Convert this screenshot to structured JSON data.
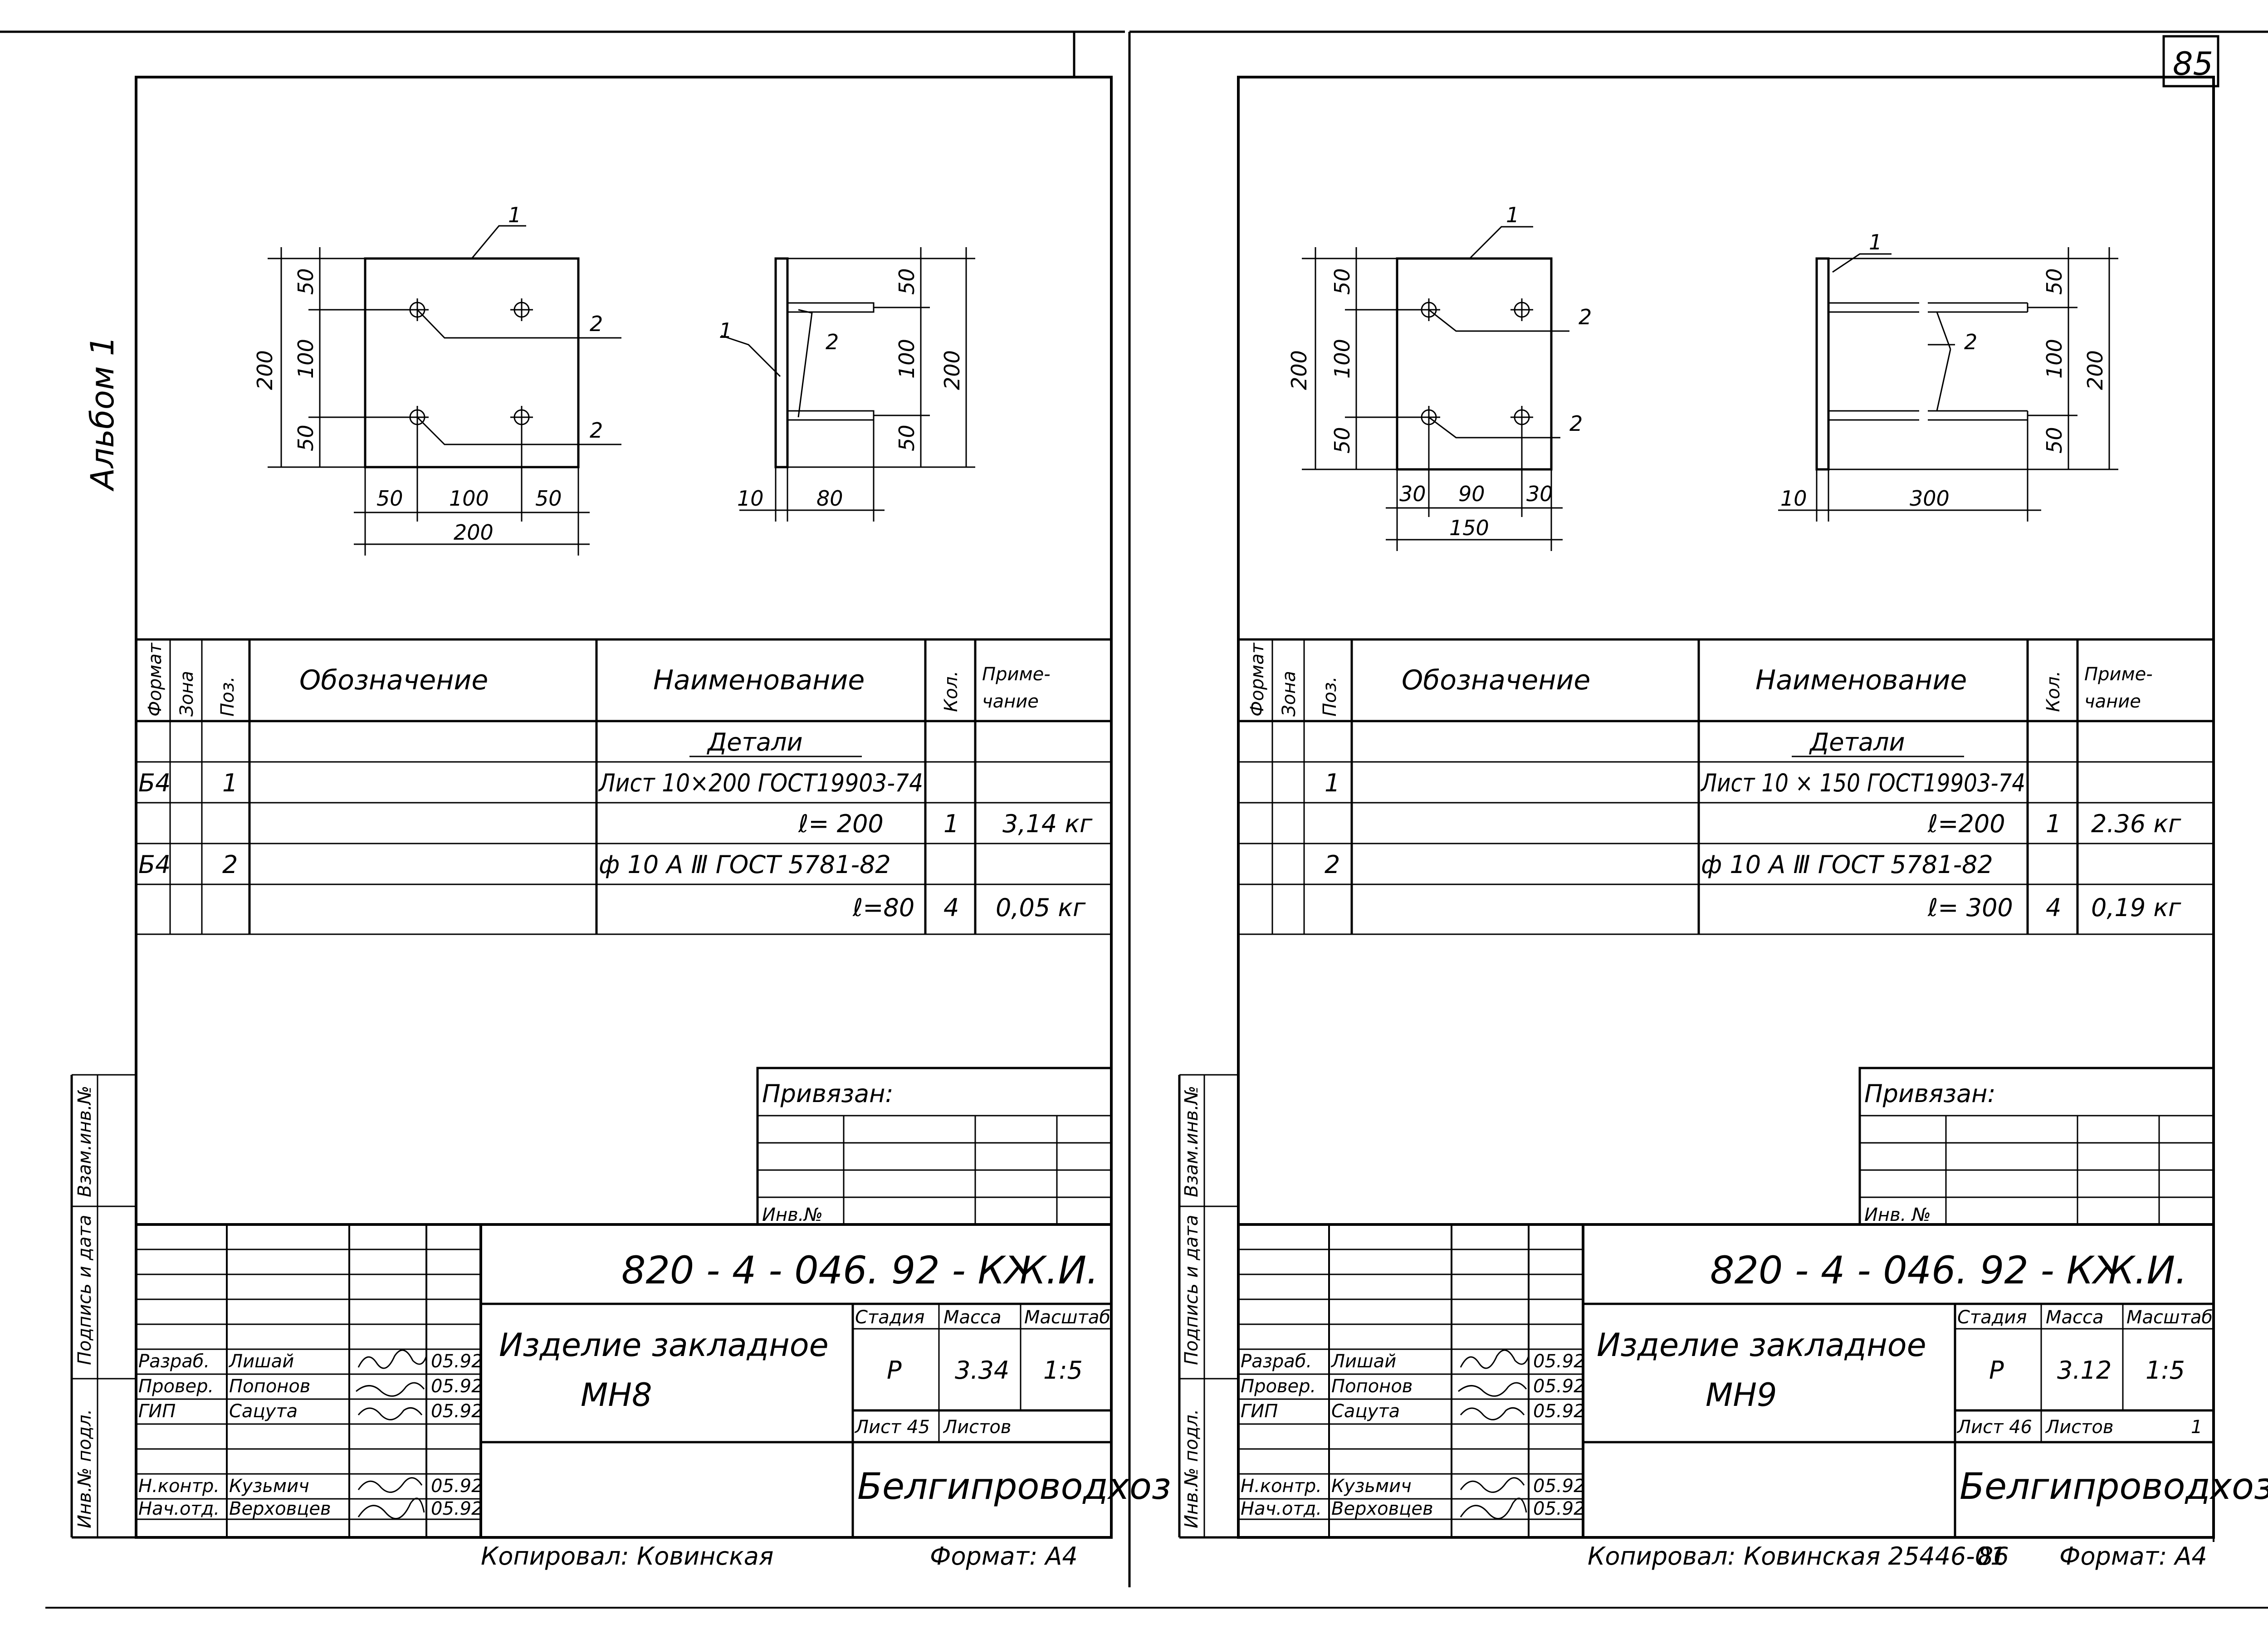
{
  "page_number": "85",
  "album_label": "Альбом 1",
  "sheets": [
    {
      "detail_labels": {
        "pos1": "1",
        "pos2a": "2",
        "pos2b": "2"
      },
      "plan_dims": {
        "h_total": "200",
        "h_top": "50",
        "h_mid": "100",
        "h_bot": "50",
        "w_left": "50",
        "w_mid": "100",
        "w_right": "50",
        "w_total": "200"
      },
      "side_dims": {
        "pos1": "1",
        "pos2": "2",
        "h_top": "50",
        "h_mid": "100",
        "h_bot": "50",
        "h_total": "200",
        "thk": "10",
        "len": "80"
      },
      "spec_headers": {
        "format": "Формат",
        "zone": "Зона",
        "pos": "Поз.",
        "designation": "Обозначение",
        "name": "Наименование",
        "qty": "Кол.",
        "note": "Приме-\nчание"
      },
      "section_title": "Детали",
      "spec_rows": [
        {
          "format": "Б4",
          "pos": "1",
          "name": "Лист 10×200 ГОСТ19903-74",
          "qty": "",
          "note": ""
        },
        {
          "format": "",
          "pos": "",
          "name": "ℓ= 200",
          "qty": "1",
          "note": "3,14 кг"
        },
        {
          "format": "Б4",
          "pos": "2",
          "name": "ф 10 А Ⅲ ГОСТ 5781-82",
          "qty": "",
          "note": ""
        },
        {
          "format": "",
          "pos": "",
          "name": "ℓ=80",
          "qty": "4",
          "note": "0,05 кг"
        }
      ],
      "privyazan": "Привязан:",
      "inv_no": "Инв.№",
      "side_labels": {
        "vzam": "Взам.инв.№",
        "podpis": "Подпись и дата",
        "inv_podl": "Инв.№ подл."
      },
      "doc_code": "820 - 4 - 046. 92 - КЖ.И.",
      "product_name": "Изделие закладное",
      "product_code": "МН8",
      "stage_header": "Стадия",
      "mass_header": "Масса",
      "scale_header": "Масштаб",
      "stage": "Р",
      "mass": "3.34",
      "scale": "1:5",
      "sheet_label": "Лист 45",
      "sheets_label": "Листов",
      "sheets_count": "",
      "org": "Белгипроводхоз",
      "signers": [
        {
          "role": "Разраб.",
          "name": "Лишай",
          "date": "05.92"
        },
        {
          "role": "Провер.",
          "name": "Попонов",
          "date": "05.92"
        },
        {
          "role": "ГИП",
          "name": "Сацута",
          "date": "05.92"
        },
        {
          "role": "",
          "name": "",
          "date": ""
        },
        {
          "role": "Н.контр.",
          "name": "Кузьмич",
          "date": "05.92"
        },
        {
          "role": "Нач.отд.",
          "name": "Верховцев",
          "date": "05.92"
        }
      ],
      "copied": "Копировал: Ковинская",
      "format": "Формат: А4"
    },
    {
      "detail_labels": {
        "pos1": "1",
        "pos2a": "2",
        "pos2b": "2"
      },
      "plan_dims": {
        "h_total": "200",
        "h_top": "50",
        "h_mid": "100",
        "h_bot": "50",
        "w_left": "30",
        "w_mid": "90",
        "w_right": "30",
        "w_total": "150"
      },
      "side_dims": {
        "pos1": "1",
        "pos2": "2",
        "h_top": "50",
        "h_mid": "100",
        "h_bot": "50",
        "h_total": "200",
        "thk": "10",
        "len": "300"
      },
      "spec_headers": {
        "format": "Формат",
        "zone": "Зона",
        "pos": "Поз.",
        "designation": "Обозначение",
        "name": "Наименование",
        "qty": "Кол.",
        "note": "Приме-\nчание"
      },
      "section_title": "Детали",
      "spec_rows": [
        {
          "format": "",
          "pos": "1",
          "name": "Лист 10 × 150 ГОСТ19903-74",
          "qty": "",
          "note": ""
        },
        {
          "format": "",
          "pos": "",
          "name": "ℓ=200",
          "qty": "1",
          "note": "2.36 кг"
        },
        {
          "format": "",
          "pos": "2",
          "name": "ф 10 А Ⅲ ГОСТ 5781-82",
          "qty": "",
          "note": ""
        },
        {
          "format": "",
          "pos": "",
          "name": "ℓ= 300",
          "qty": "4",
          "note": "0,19 кг"
        }
      ],
      "privyazan": "Привязан:",
      "inv_no": "Инв. №",
      "side_labels": {
        "vzam": "Взам.инв.№",
        "podpis": "Подпись и дата",
        "inv_podl": "Инв.№ подл."
      },
      "doc_code": "820 - 4 - 046. 92 - КЖ.И.",
      "product_name": "Изделие закладное",
      "product_code": "МН9",
      "stage_header": "Стадия",
      "mass_header": "Масса",
      "scale_header": "Масштаб",
      "stage": "Р",
      "mass": "3.12",
      "scale": "1:5",
      "sheet_label": "Лист 46",
      "sheets_label": "Листов",
      "sheets_count": "1",
      "org": "Белгипроводхоз",
      "signers": [
        {
          "role": "Разраб.",
          "name": "Лишай",
          "date": "05.92"
        },
        {
          "role": "Провер.",
          "name": "Попонов",
          "date": "05.92"
        },
        {
          "role": "ГИП",
          "name": "Сацута",
          "date": "05.92"
        },
        {
          "role": "",
          "name": "",
          "date": ""
        },
        {
          "role": "Н.контр.",
          "name": "Кузьмич",
          "date": "05.92"
        },
        {
          "role": "Нач.отд.",
          "name": "Верховцев",
          "date": "05.92"
        }
      ],
      "copied": "Копировал: Ковинская 25446-01",
      "extra_page": "86",
      "format": "Формат: А4"
    }
  ]
}
